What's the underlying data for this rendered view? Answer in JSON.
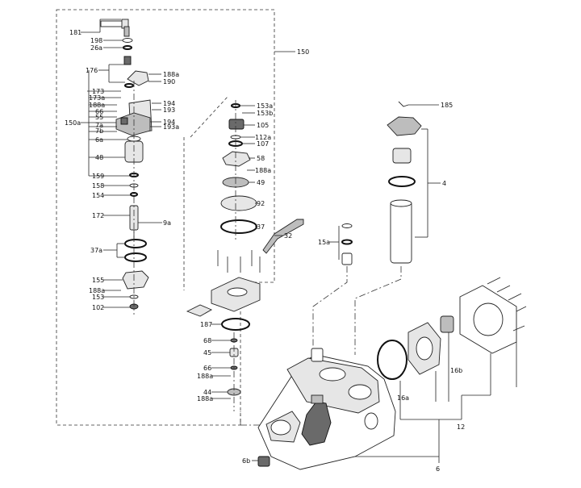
{
  "diagram": {
    "labels": {
      "l181": "181",
      "l198": "198",
      "l26a": "26a",
      "l176": "176",
      "l188a_1": "188a",
      "l190": "190",
      "l173": "173",
      "l173a": "173a",
      "l188a_2": "188a",
      "l66_1": "66",
      "l55": "55",
      "l150a": "150a",
      "l7a": "7a",
      "l7b": "7b",
      "l6a": "6a",
      "l48": "48",
      "l159": "159",
      "l158": "158",
      "l154": "154",
      "l172": "172",
      "l9a": "9a",
      "l37a": "37a",
      "l155": "155",
      "l188a_3": "188a",
      "l153": "153",
      "l102": "102",
      "l194_1": "194",
      "l193": "193",
      "l194_2": "194",
      "l193a": "193a",
      "l150": "150",
      "l153a": "153a",
      "l153b": "153b",
      "l105": "105",
      "l112a": "112a",
      "l107": "107",
      "l58": "58",
      "l188a_4": "188a",
      "l49": "49",
      "l92": "92",
      "l37": "37",
      "l32": "32",
      "l15a": "15a",
      "l187": "187",
      "l68": "68",
      "l45": "45",
      "l66_2": "66",
      "l188a_5": "188a",
      "l44": "44",
      "l188a_6": "188a",
      "l185": "185",
      "l4": "4",
      "l16b": "16b",
      "l16a": "16a",
      "l12": "12",
      "l6b": "6b",
      "l6": "6"
    }
  }
}
